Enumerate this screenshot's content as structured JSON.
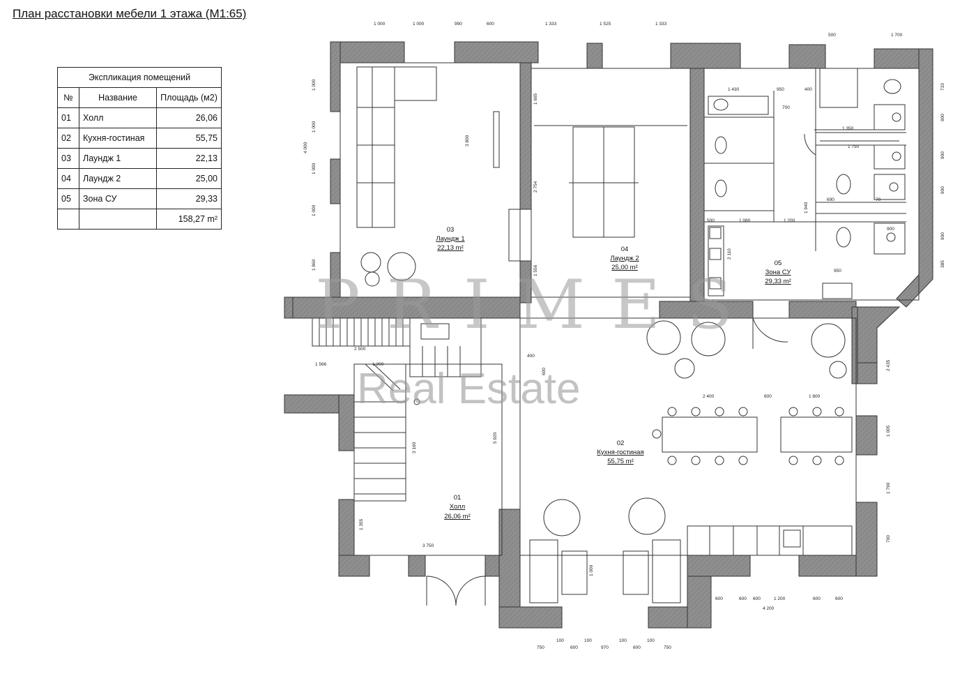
{
  "title": "План расстановки мебели 1 этажа (М1:65)",
  "explication": {
    "caption": "Экспликация помещений",
    "headers": {
      "no": "№",
      "name": "Название",
      "area": "Площадь (м2)"
    },
    "rows": [
      {
        "no": "01",
        "name": "Холл",
        "area": "26,06"
      },
      {
        "no": "02",
        "name": "Кухня-гостиная",
        "area": "55,75"
      },
      {
        "no": "03",
        "name": "Лаундж 1",
        "area": "22,13"
      },
      {
        "no": "04",
        "name": "Лаундж 2",
        "area": "25,00"
      },
      {
        "no": "05",
        "name": "Зона СУ",
        "area": "29,33"
      }
    ],
    "total": "158,27 m²"
  },
  "rooms": {
    "r01": {
      "no": "01",
      "name": "Холл",
      "area": "26,06 m²"
    },
    "r02": {
      "no": "02",
      "name": "Кухня-гостиная",
      "area": "55,75 m²"
    },
    "r03": {
      "no": "03",
      "name": "Лаундж 1",
      "area": "22,13 m²"
    },
    "r04": {
      "no": "04",
      "name": "Лаундж 2",
      "area": "25,00 m²"
    },
    "r05": {
      "no": "05",
      "name": "Зона СУ",
      "area": "29,33 m²"
    }
  },
  "dims": {
    "top": [
      "1 000",
      "1 000",
      "990",
      "600",
      "1 333",
      "1 525",
      "1 333",
      "500",
      "1 700"
    ],
    "left": [
      "1 000",
      "1 000",
      "1 000",
      "1 000",
      "1 860",
      "4 000"
    ],
    "bottom": [
      "750",
      "600",
      "970",
      "600",
      "750",
      "100",
      "100",
      "100",
      "100"
    ],
    "right_bottom": [
      "600",
      "600",
      "600",
      "1 200",
      "600",
      "600",
      "4 200"
    ],
    "right_side": [
      "733",
      "900",
      "900",
      "900",
      "900",
      "385",
      "2 435",
      "1 005",
      "1 790",
      "700"
    ],
    "inner": [
      "1 430",
      "950",
      "400",
      "700",
      "1 350",
      "1 750",
      "1 940",
      "1 080",
      "1 200",
      "2 110",
      "950",
      "2 400",
      "600",
      "1 800",
      "400",
      "600",
      "1 566",
      "1 200",
      "2 500",
      "3 160",
      "5 920",
      "3 750",
      "1 355",
      "1 000",
      "1 695",
      "2 754",
      "1 556",
      "3 800",
      "690",
      "70",
      "900",
      "500"
    ]
  },
  "watermark": {
    "main": "PRIMES",
    "sub": "Real Estate"
  },
  "colors": {
    "wall": "#8f8f8f",
    "wall_outline": "#333333",
    "ink": "#222222"
  }
}
